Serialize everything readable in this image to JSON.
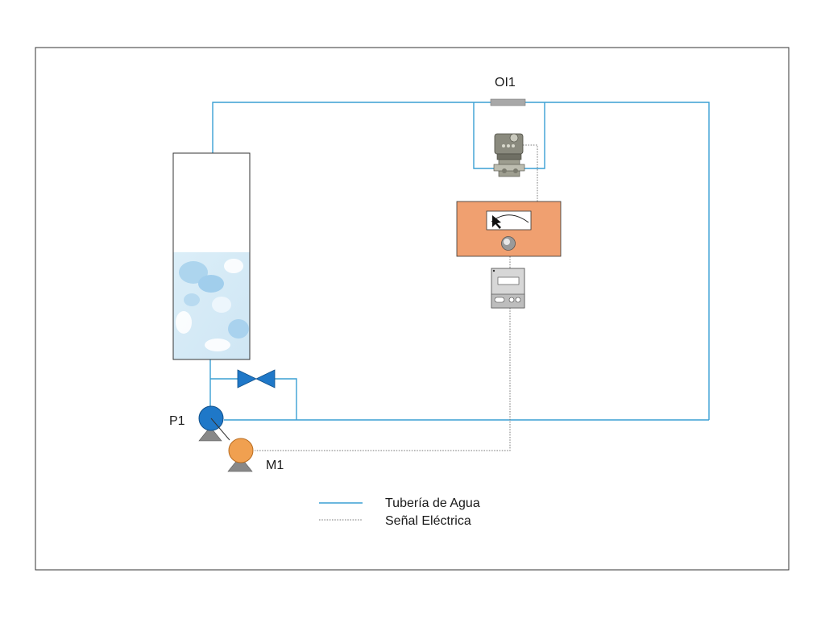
{
  "labels": {
    "flow_indicator": "OI1",
    "pump": "P1",
    "motor": "M1"
  },
  "legend": {
    "water_pipe": "Tubería de Agua",
    "electric_signal": "Señal Eléctrica"
  },
  "tank": {
    "fill_level": 0.52
  },
  "colors": {
    "pipe": "#3a9fd4",
    "signal": "#7a7a7a",
    "pump": "#1f78c8",
    "motor": "#f0a050",
    "controller": "#f0a070",
    "valve": "#1f78c8"
  },
  "icons": {
    "transmitter": "pressure-transmitter-icon",
    "controller": "analog-controller-icon",
    "drive": "variable-frequency-drive-icon"
  }
}
